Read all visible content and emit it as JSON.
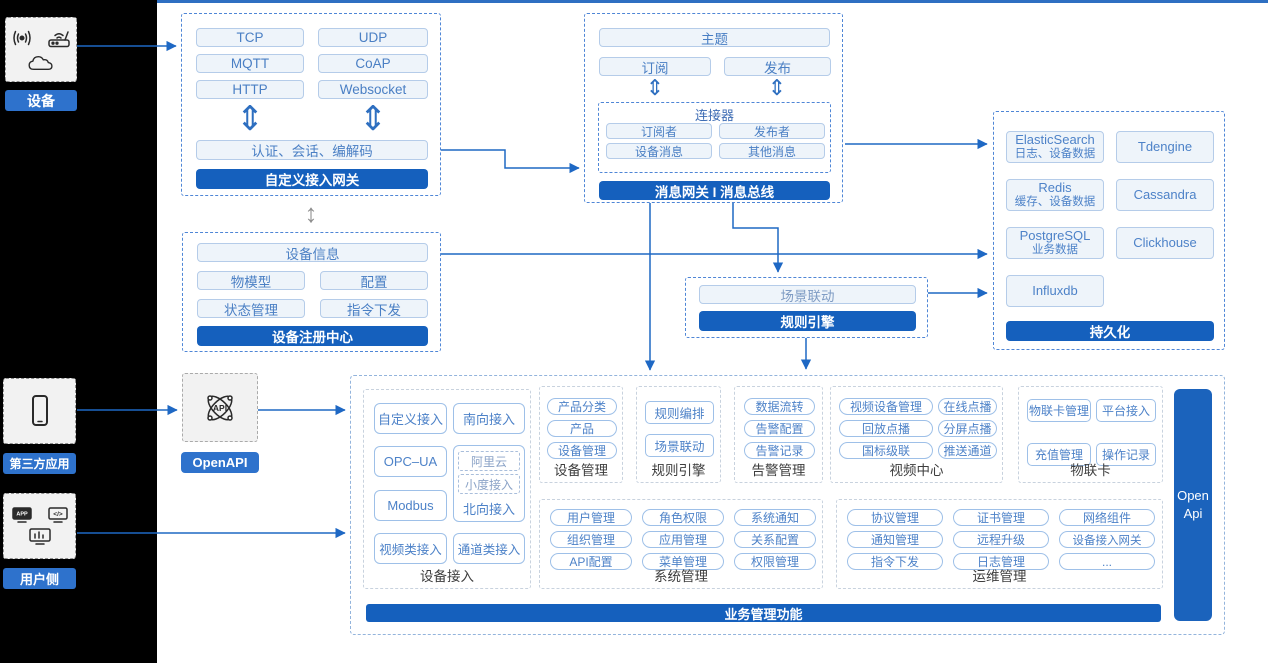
{
  "icons": {
    "v_double_arrow": "⇕",
    "v_arrow": "↕",
    "api_text": "API",
    "app_text": "APP",
    "code_text": "</>"
  },
  "sources": {
    "device": "设备",
    "third_party_app": "第三方应用",
    "user_side": "用户侧"
  },
  "open_api": {
    "label": "OpenAPI"
  },
  "gateway": {
    "protocols": [
      "TCP",
      "UDP",
      "MQTT",
      "CoAP",
      "HTTP",
      "Websocket"
    ],
    "middleware": "认证、会话、编解码",
    "title": "自定义接入网关"
  },
  "message_bus": {
    "topic": "主题",
    "subscribe": "订阅",
    "publish": "发布",
    "connector_title": "连接器",
    "connector_items": [
      "订阅者",
      "发布者",
      "设备消息",
      "其他消息"
    ],
    "title": "消息网关 I 消息总线"
  },
  "registry": {
    "wide": "设备信息",
    "items": [
      "物模型",
      "配置",
      "状态管理",
      "指令下发"
    ],
    "title": "设备注册中心"
  },
  "rule_engine": {
    "item": "场景联动",
    "title": "规则引擎"
  },
  "persistence": {
    "stores": [
      {
        "name": "ElasticSearch",
        "desc": "日志、设备数据"
      },
      {
        "name": "Tdengine",
        "desc": ""
      },
      {
        "name": "Redis",
        "desc": "缓存、设备数据"
      },
      {
        "name": "Cassandra",
        "desc": ""
      },
      {
        "name": "PostgreSQL",
        "desc": "业务数据"
      },
      {
        "name": "Clickhouse",
        "desc": ""
      },
      {
        "name": "Influxdb",
        "desc": ""
      }
    ],
    "title": "持久化"
  },
  "platform": {
    "device_access": {
      "label": "设备接入",
      "buttons": [
        "自定义接入",
        "南向接入",
        "OPC–UA",
        "Modbus",
        "视频类接入",
        "通道类接入"
      ],
      "north_label": "北向接入",
      "north_sub": [
        "阿里云",
        "小度接入"
      ]
    },
    "device_mgmt": {
      "label": "设备管理",
      "buttons": [
        "产品分类",
        "产品",
        "设备管理"
      ]
    },
    "rule": {
      "label": "规则引擎",
      "buttons": [
        "规则编排",
        "场景联动"
      ]
    },
    "alarm": {
      "label": "告警管理",
      "buttons": [
        "数据流转",
        "告警配置",
        "告警记录"
      ]
    },
    "video": {
      "label": "视频中心",
      "buttons": [
        "视频设备管理",
        "在线点播",
        "回放点播",
        "分屏点播",
        "国标级联",
        "推送通道"
      ]
    },
    "iot_card": {
      "label": "物联卡",
      "buttons": [
        "物联卡管理",
        "平台接入",
        "充值管理",
        "操作记录"
      ]
    },
    "system": {
      "label": "系统管理",
      "buttons": [
        "用户管理",
        "角色权限",
        "系统通知",
        "组织管理",
        "应用管理",
        "关系配置",
        "API配置",
        "菜单管理",
        "权限管理"
      ]
    },
    "ops": {
      "label": "运维管理",
      "buttons": [
        "协议管理",
        "证书管理",
        "网络组件",
        "通知管理",
        "远程升级",
        "设备接入网关",
        "指令下发",
        "日志管理",
        "..."
      ]
    },
    "footer": "业务管理功能",
    "open_api_bar": "Open Api"
  },
  "colors": {
    "bar_blue": "#1560bd",
    "chip_blue": "#2e72cc",
    "button_text": "#4d82c8",
    "arrow": "#1e68c4"
  }
}
